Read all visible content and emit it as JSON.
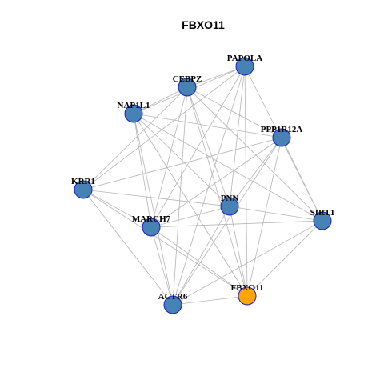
{
  "title": "FBXO11",
  "colors": {
    "node_fill": "#4682b4",
    "node_stroke": "#1a1acc",
    "highlight_fill": "#ffa500",
    "edge": "#b4b4b4"
  },
  "nodes": [
    {
      "id": "PAPOLA",
      "label": "PAPOLA",
      "highlight": false
    },
    {
      "id": "CEBPZ",
      "label": "CEBPZ",
      "highlight": false
    },
    {
      "id": "NAP1L1",
      "label": "NAP1L1",
      "highlight": false
    },
    {
      "id": "PPP1R12A",
      "label": "PPP1R12A",
      "highlight": false
    },
    {
      "id": "KRR1",
      "label": "KRR1",
      "highlight": false
    },
    {
      "id": "PNN",
      "label": "PNN",
      "highlight": false
    },
    {
      "id": "MARCH7",
      "label": "MARCH7",
      "highlight": false
    },
    {
      "id": "SIRT1",
      "label": "SIRT1",
      "highlight": false
    },
    {
      "id": "FBXO11",
      "label": "FBXO11",
      "highlight": true
    },
    {
      "id": "ACTR6",
      "label": "ACTR6",
      "highlight": false
    }
  ],
  "edges": [
    [
      "PAPOLA",
      "CEBPZ"
    ],
    [
      "PAPOLA",
      "NAP1L1"
    ],
    [
      "PAPOLA",
      "KRR1"
    ],
    [
      "PAPOLA",
      "PNN"
    ],
    [
      "PAPOLA",
      "MARCH7"
    ],
    [
      "PAPOLA",
      "SIRT1"
    ],
    [
      "PAPOLA",
      "FBXO11"
    ],
    [
      "PAPOLA",
      "ACTR6"
    ],
    [
      "CEBPZ",
      "NAP1L1"
    ],
    [
      "CEBPZ",
      "PPP1R12A"
    ],
    [
      "CEBPZ",
      "KRR1"
    ],
    [
      "CEBPZ",
      "PNN"
    ],
    [
      "CEBPZ",
      "MARCH7"
    ],
    [
      "CEBPZ",
      "SIRT1"
    ],
    [
      "CEBPZ",
      "FBXO11"
    ],
    [
      "CEBPZ",
      "ACTR6"
    ],
    [
      "NAP1L1",
      "PPP1R12A"
    ],
    [
      "NAP1L1",
      "PNN"
    ],
    [
      "NAP1L1",
      "MARCH7"
    ],
    [
      "NAP1L1",
      "SIRT1"
    ],
    [
      "NAP1L1",
      "FBXO11"
    ],
    [
      "NAP1L1",
      "ACTR6"
    ],
    [
      "PPP1R12A",
      "KRR1"
    ],
    [
      "PPP1R12A",
      "PNN"
    ],
    [
      "PPP1R12A",
      "MARCH7"
    ],
    [
      "PPP1R12A",
      "FBXO11"
    ],
    [
      "PPP1R12A",
      "ACTR6"
    ],
    [
      "PPP1R12A",
      "SIRT1"
    ],
    [
      "KRR1",
      "PNN"
    ],
    [
      "KRR1",
      "MARCH7"
    ],
    [
      "KRR1",
      "FBXO11"
    ],
    [
      "KRR1",
      "ACTR6"
    ],
    [
      "PNN",
      "MARCH7"
    ],
    [
      "PNN",
      "SIRT1"
    ],
    [
      "PNN",
      "FBXO11"
    ],
    [
      "PNN",
      "ACTR6"
    ],
    [
      "MARCH7",
      "SIRT1"
    ],
    [
      "MARCH7",
      "FBXO11"
    ],
    [
      "MARCH7",
      "ACTR6"
    ],
    [
      "SIRT1",
      "ACTR6"
    ],
    [
      "SIRT1",
      "FBXO11"
    ],
    [
      "FBXO11",
      "ACTR6"
    ]
  ]
}
